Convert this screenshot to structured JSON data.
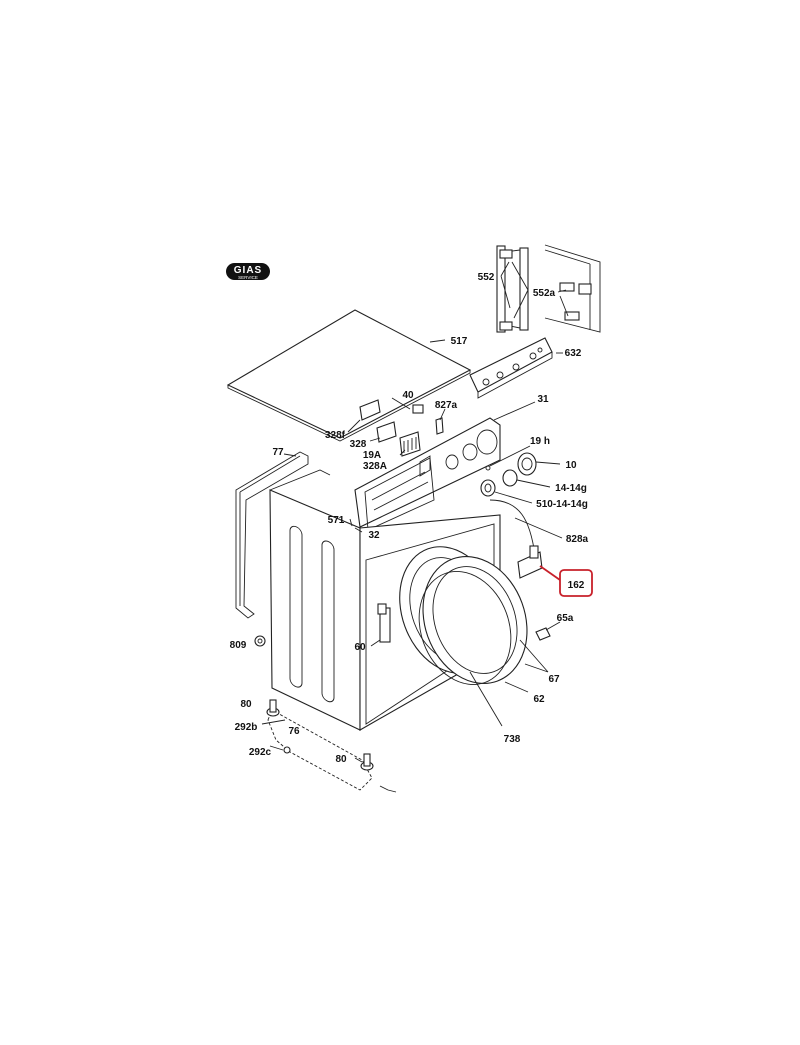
{
  "logo": {
    "text": "GIAS",
    "subtext": "SERVICE"
  },
  "highlight_color": "#c8202a",
  "highlighted_part": "162",
  "part_labels": [
    {
      "id": "p552",
      "text": "552"
    },
    {
      "id": "p552a",
      "text": "552a"
    },
    {
      "id": "p632",
      "text": "632"
    },
    {
      "id": "p517",
      "text": "517"
    },
    {
      "id": "p40",
      "text": "40"
    },
    {
      "id": "p827a",
      "text": "827a"
    },
    {
      "id": "p31",
      "text": "31"
    },
    {
      "id": "p328f",
      "text": "328f"
    },
    {
      "id": "p328",
      "text": "328"
    },
    {
      "id": "p19h",
      "text": "19 h"
    },
    {
      "id": "p19A",
      "text": "19A"
    },
    {
      "id": "p328A",
      "text": "328A"
    },
    {
      "id": "p10",
      "text": "10"
    },
    {
      "id": "p77",
      "text": "77"
    },
    {
      "id": "p14_14g",
      "text": "14-14g"
    },
    {
      "id": "p510",
      "text": "510-14-14g"
    },
    {
      "id": "p571",
      "text": "571"
    },
    {
      "id": "p32",
      "text": "32"
    },
    {
      "id": "p828a",
      "text": "828a"
    },
    {
      "id": "p162",
      "text": "162"
    },
    {
      "id": "p65a",
      "text": "65a"
    },
    {
      "id": "p809",
      "text": "809"
    },
    {
      "id": "p60",
      "text": "60"
    },
    {
      "id": "p67",
      "text": "67"
    },
    {
      "id": "p80a",
      "text": "80"
    },
    {
      "id": "p62",
      "text": "62"
    },
    {
      "id": "p292b",
      "text": "292b"
    },
    {
      "id": "p76",
      "text": "76"
    },
    {
      "id": "p738",
      "text": "738"
    },
    {
      "id": "p292c",
      "text": "292c"
    },
    {
      "id": "p80b",
      "text": "80"
    }
  ]
}
